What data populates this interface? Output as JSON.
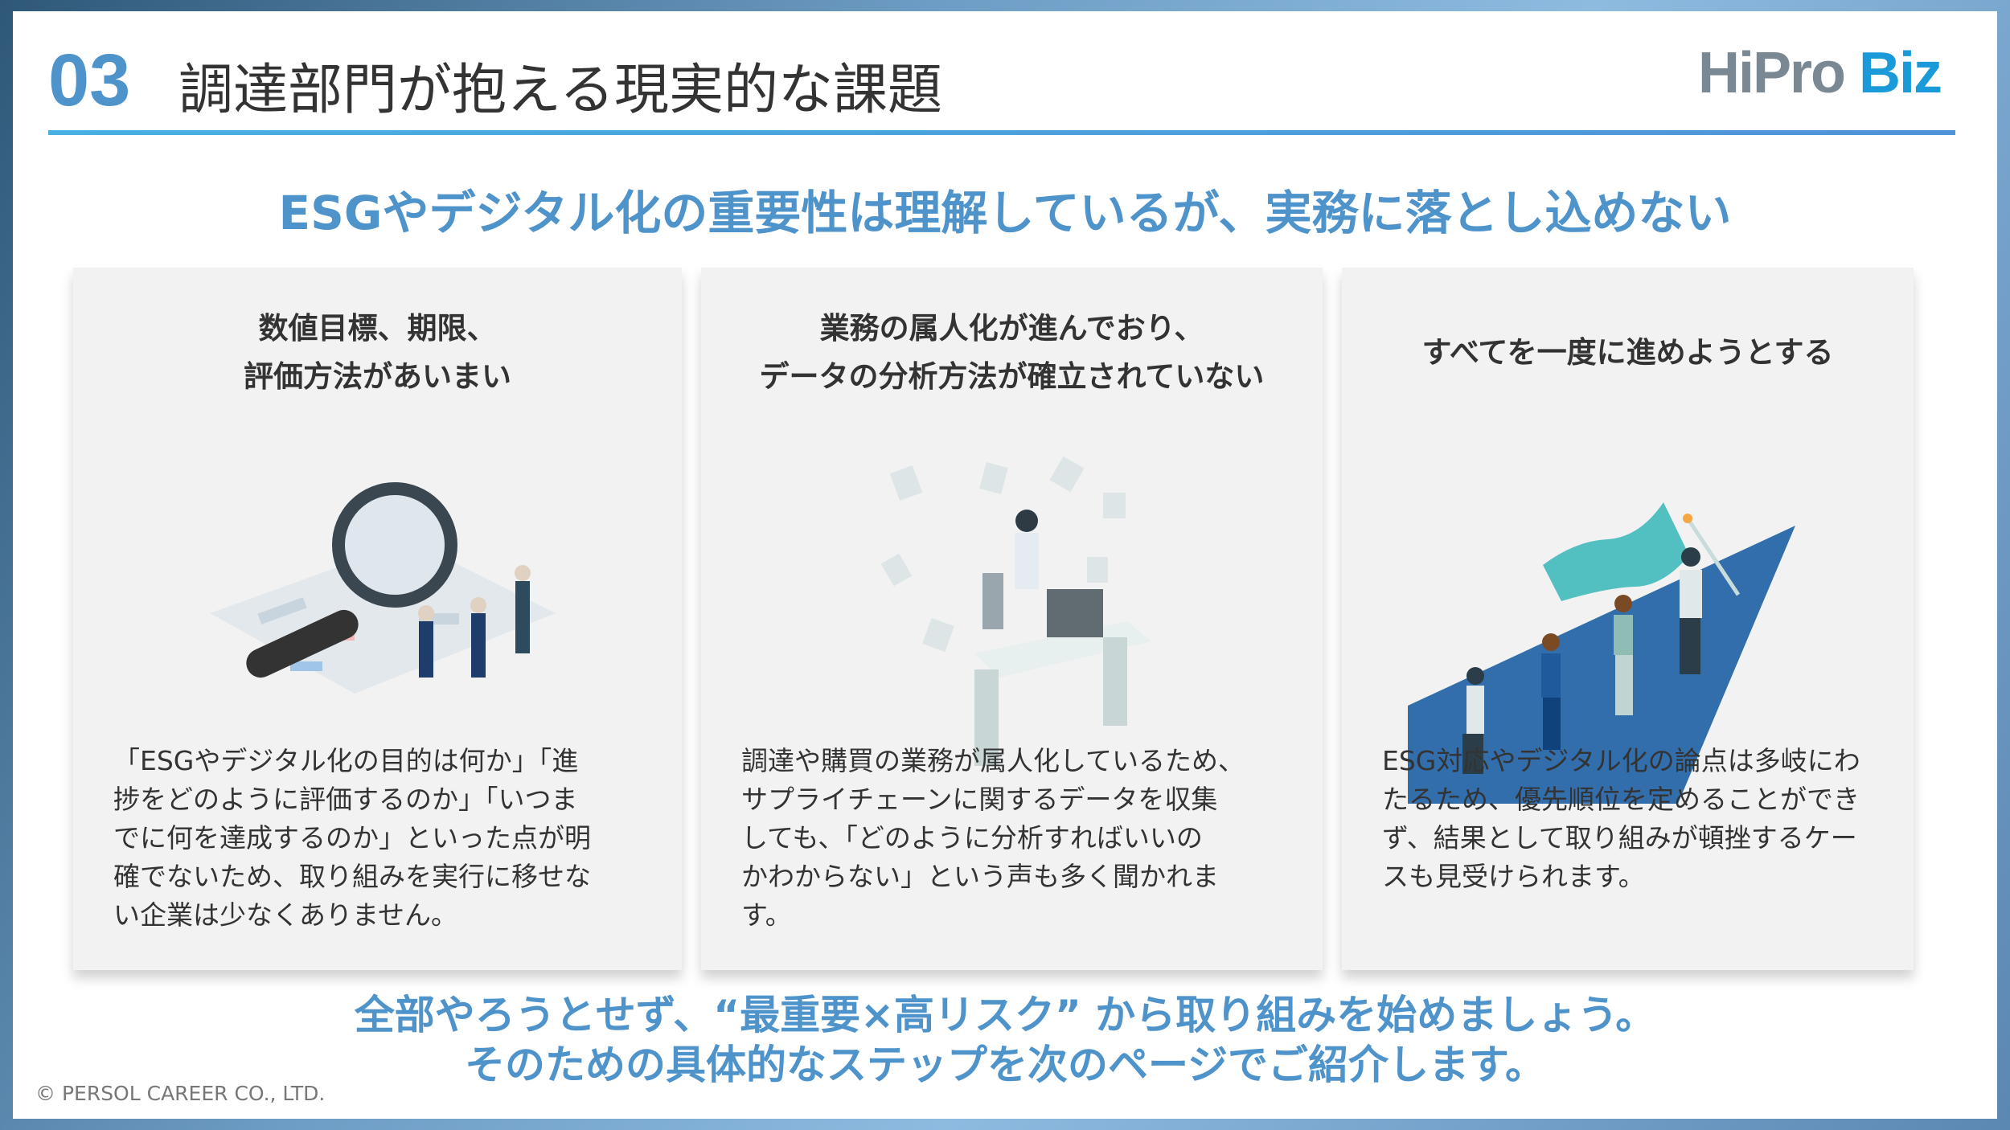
{
  "header": {
    "number": "03",
    "title": "調達部門が抱える現実的な課題",
    "logo_a": "HiPro",
    "logo_b": " Biz"
  },
  "subtitle": "ESGやデジタル化の重要性は理解しているが、実務に落とし込めない",
  "cards": [
    {
      "heading": [
        "数値目標、期限、",
        "評価方法があいまい"
      ],
      "illustration": "magnifier-documents-illustration",
      "body": [
        "「ESGやデジタル化の目的は何か」「進",
        "捗をどのように評価するのか」「いつま",
        "でに何を達成するのか」といった点が明",
        "確でないため、取り組みを実行に移せな",
        "い企業は少なくありません。"
      ]
    },
    {
      "heading": [
        "業務の属人化が進んでおり、",
        "データの分析方法が確立されていない"
      ],
      "illustration": "confused-worker-illustration",
      "body": [
        "調達や購買の業務が属人化しているため、",
        "サプライチェーンに関するデータを収集",
        "しても、「どのように分析すればいいの",
        "かわからない」という声も多く聞かれま",
        "す。"
      ]
    },
    {
      "heading": [
        "すべてを一度に進めようとする"
      ],
      "illustration": "team-running-flag-illustration",
      "body": [
        "ESG対応やデジタル化の論点は多岐にわ",
        "たるため、優先順位を定めることができ",
        "ず、結果として取り組みが頓挫するケー",
        "スも見受けられます。"
      ]
    }
  ],
  "bottom": [
    "全部やろうとせず、“最重要×高リスク” から取り組みを始めましょう。",
    "そのための具体的なステップを次のページでご紹介します。"
  ],
  "copyright": "© PERSOL CAREER CO., LTD.",
  "colors": {
    "accent": "#4f93cb",
    "logo_blue": "#1a9ad8",
    "card_bg": "#f2f2f2"
  }
}
